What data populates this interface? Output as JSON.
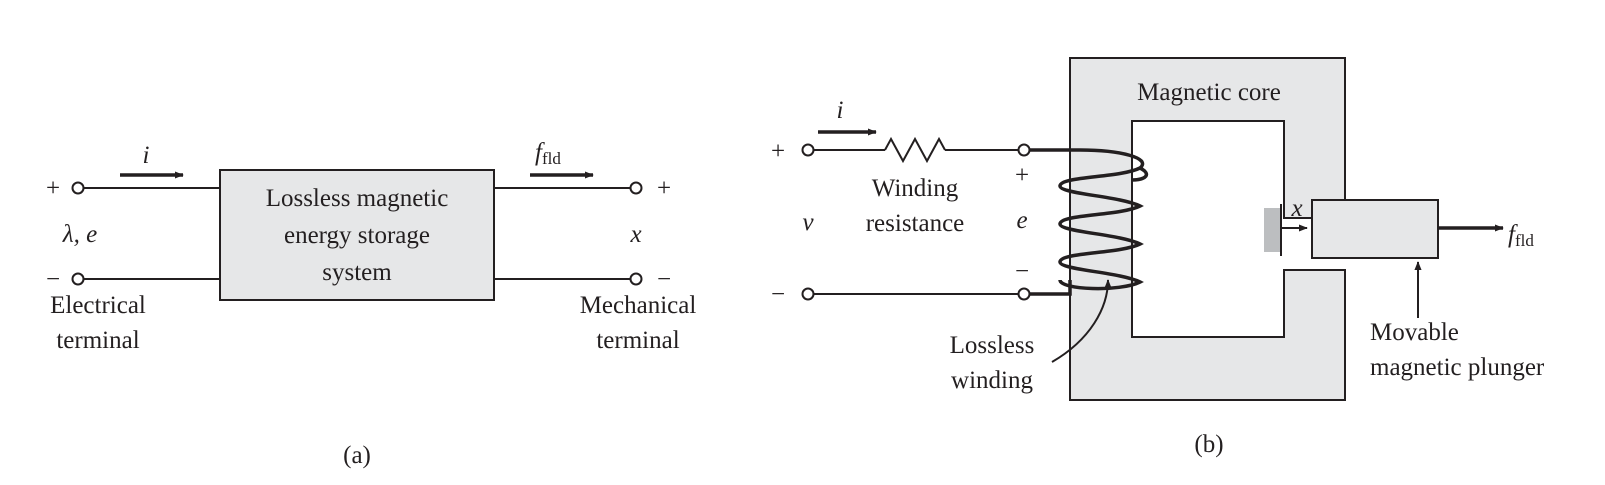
{
  "panel_a": {
    "caption": "(a)",
    "current_symbol": "i",
    "box_lines": [
      "Lossless magnetic",
      "energy storage",
      "system"
    ],
    "force_main": "f",
    "force_sub": "fld",
    "left_plus": "+",
    "left_minus": "−",
    "right_plus": "+",
    "right_minus": "−",
    "left_variables": "λ, e",
    "right_variable": "x",
    "electrical_terminal": [
      "Electrical",
      "terminal"
    ],
    "mechanical_terminal": [
      "Mechanical",
      "terminal"
    ]
  },
  "panel_b": {
    "caption": "(b)",
    "current_symbol": "i",
    "source_plus": "+",
    "source_minus": "−",
    "voltage_symbol": "v",
    "winding_resistance": [
      "Winding",
      "resistance"
    ],
    "emf_plus": "+",
    "emf_symbol": "e",
    "emf_minus": "−",
    "core_label": "Magnetic core",
    "lossless_winding": [
      "Lossless",
      "winding"
    ],
    "displacement_symbol": "x",
    "force_main": "f",
    "force_sub": "fld",
    "plunger_label": [
      "Movable",
      "magnetic plunger"
    ]
  }
}
